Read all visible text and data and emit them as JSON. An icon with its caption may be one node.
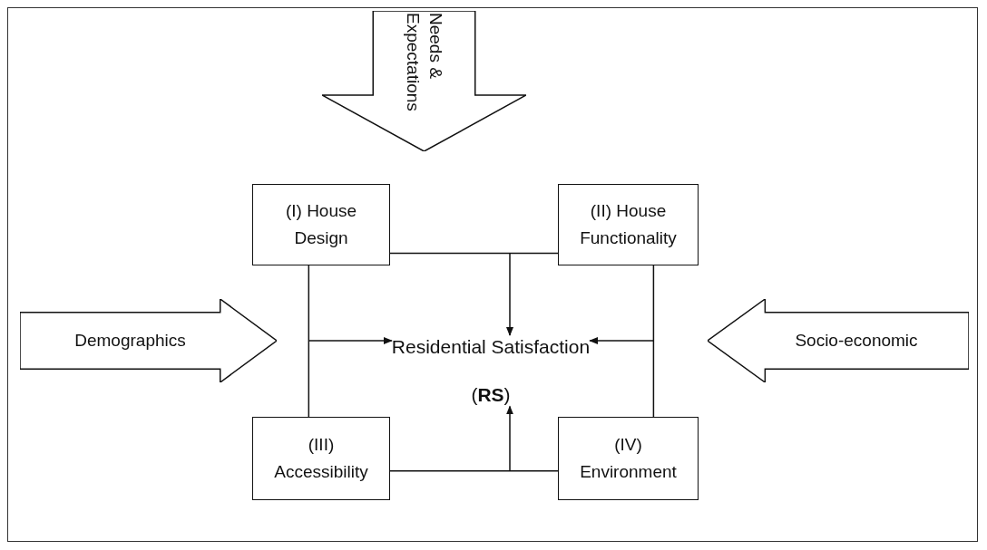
{
  "diagram": {
    "nodes": [
      {
        "text": [
          "Needs & Expectations"
        ]
      },
      {
        "text": [
          "(I) House Design"
        ]
      },
      {
        "text": [
          "(II) House Functionality"
        ]
      },
      {
        "text": [
          "Demographics"
        ]
      },
      {
        "text": [
          "Residential Satisfaction",
          "(**RS**)"
        ]
      },
      {
        "text": [
          "Socio-economic"
        ]
      },
      {
        "text": [
          "(III) Accessibility"
        ]
      },
      {
        "text": [
          "(IV) Environment"
        ]
      }
    ],
    "edges": [
      {
        "from": 1,
        "to": 2,
        "arrow": "none"
      },
      {
        "from": 1,
        "to": 6,
        "arrow": "none"
      },
      {
        "from": 2,
        "to": 7,
        "arrow": "none"
      },
      {
        "from": 6,
        "to": 7,
        "arrow": "none"
      },
      {
        "from": null,
        "to": 4,
        "arrow": "to"
      },
      {
        "from": null,
        "to": 4,
        "arrow": "to"
      },
      {
        "from": null,
        "to": 4,
        "arrow": "to"
      },
      {
        "from": null,
        "to": 4,
        "arrow": "to"
      }
    ]
  }
}
